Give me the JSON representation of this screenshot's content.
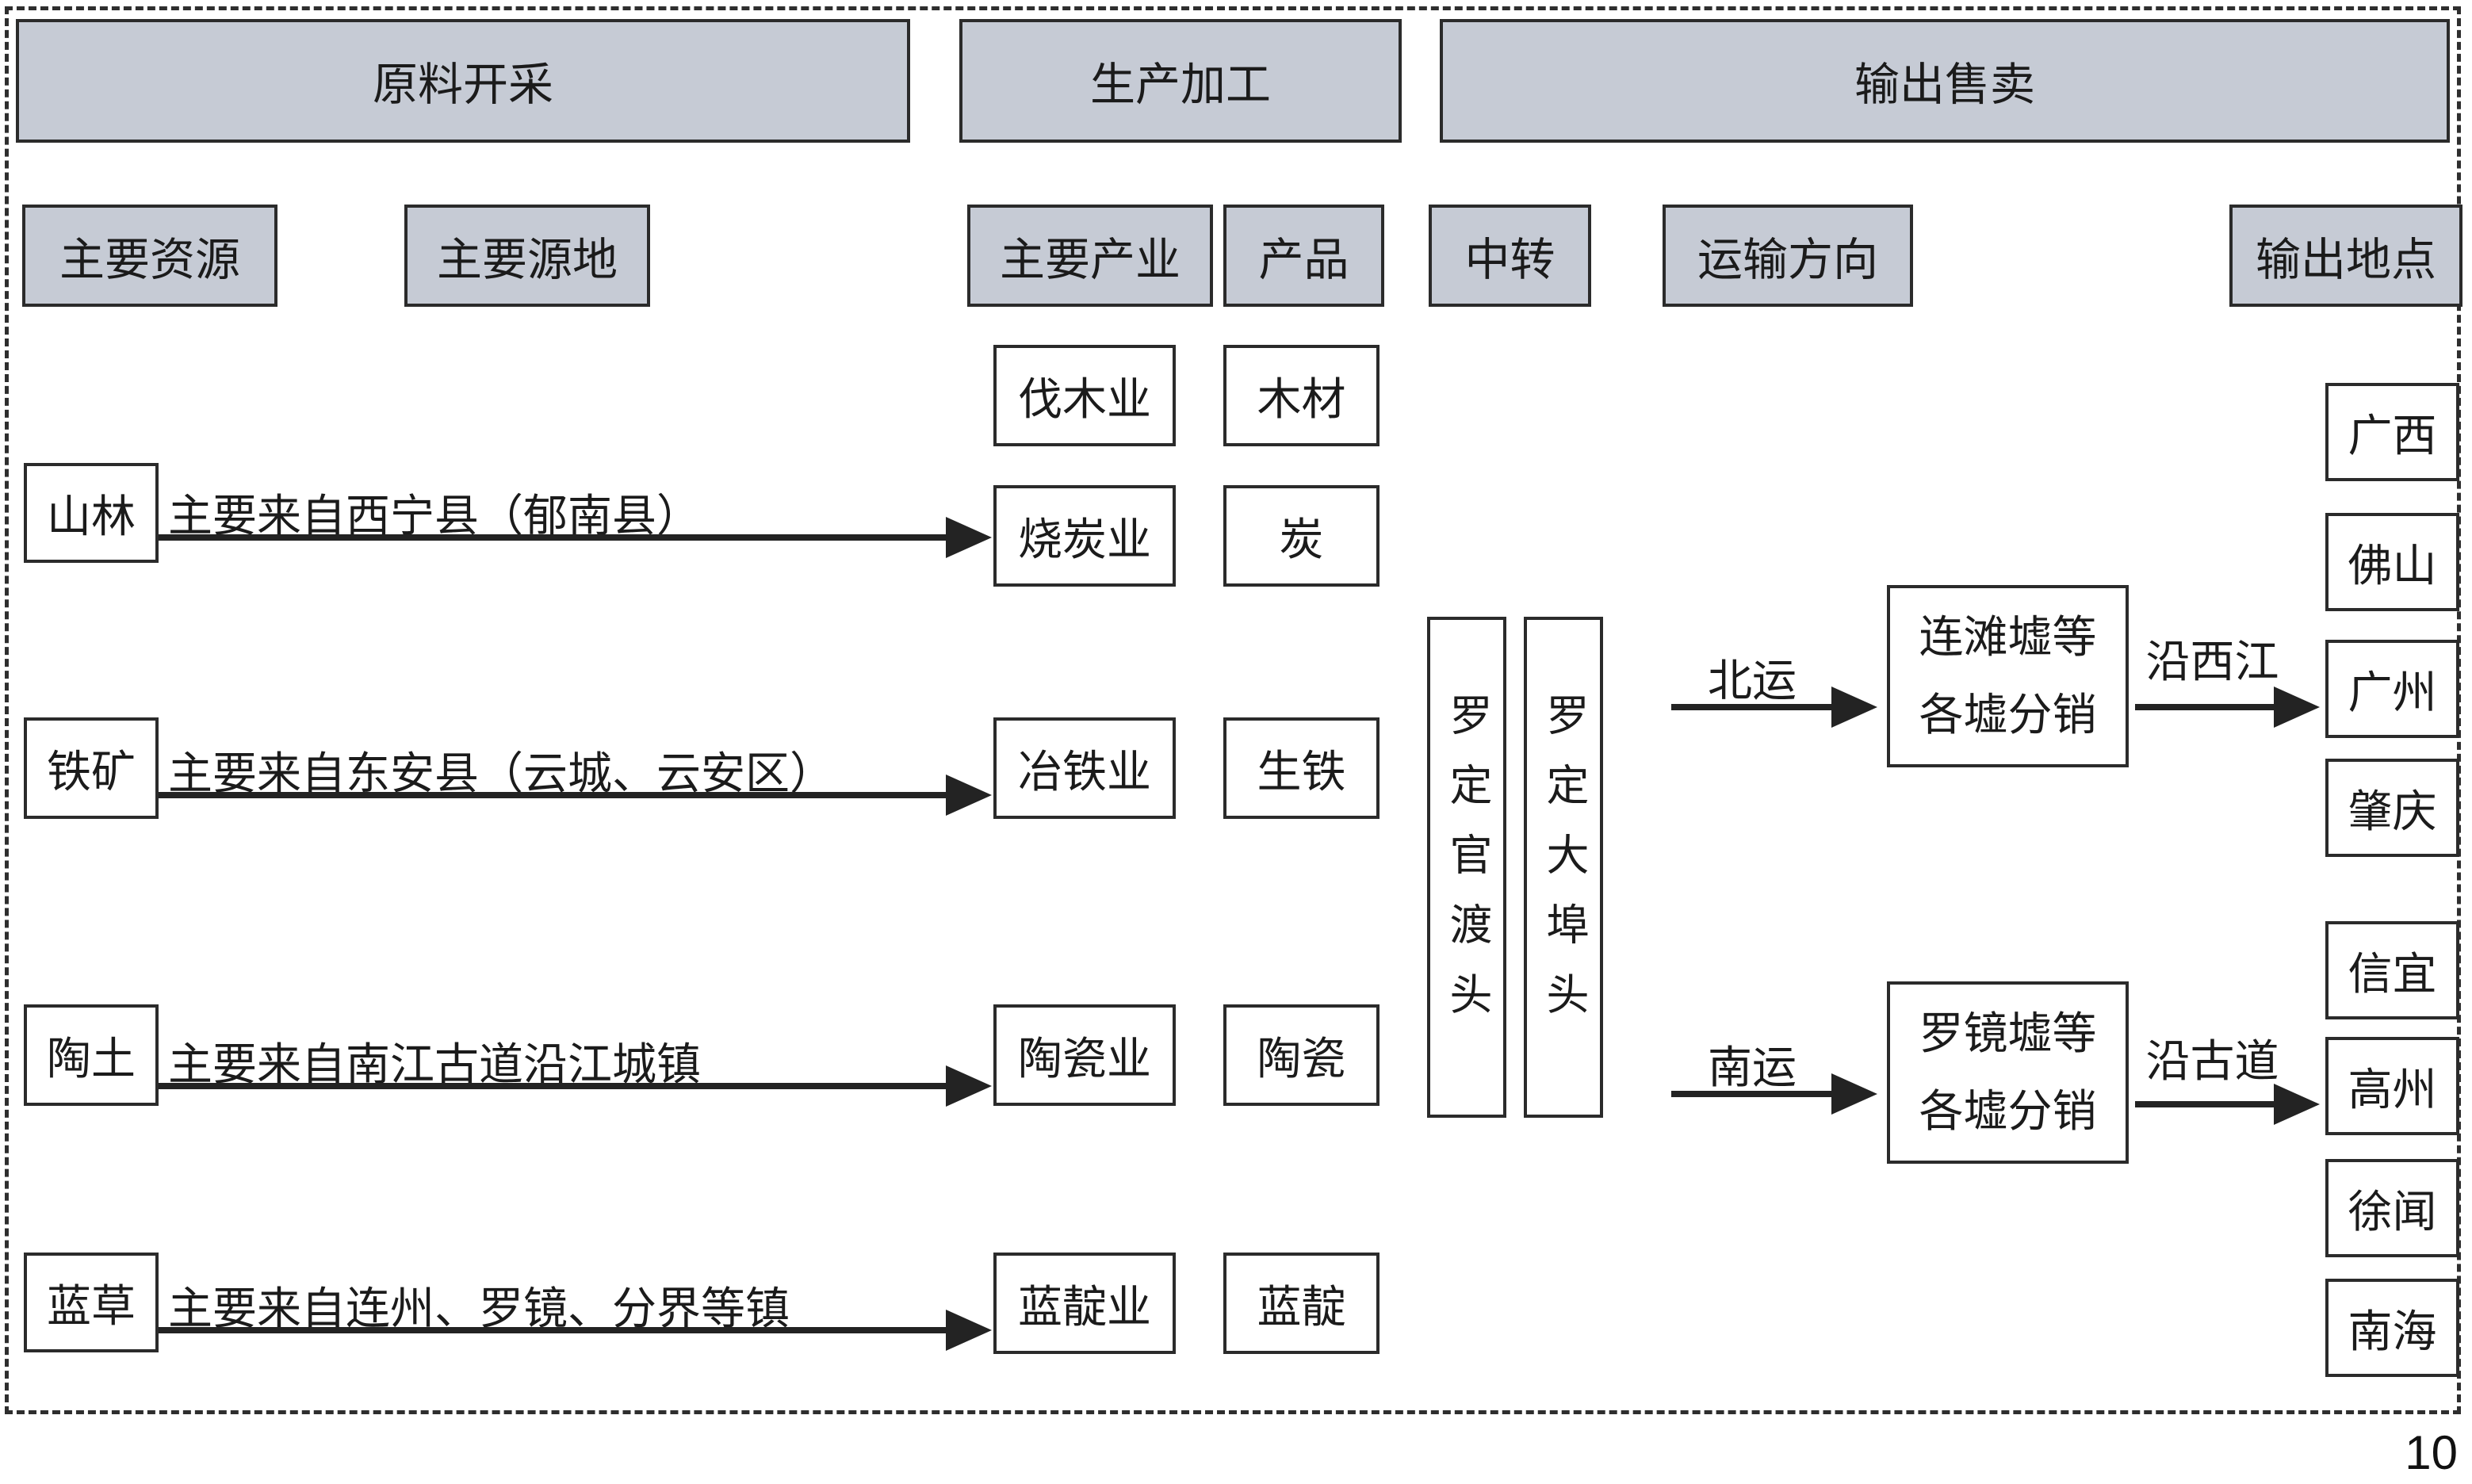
{
  "page_number": "10",
  "colors": {
    "header_fill": "#c6cbd5",
    "box_border": "#2b2b2b",
    "arrow": "#232323",
    "text": "#1b1b1b",
    "background": "#ffffff"
  },
  "stages": [
    {
      "label": "原料开采"
    },
    {
      "label": "生产加工"
    },
    {
      "label": "输出售卖"
    }
  ],
  "columns": [
    {
      "label": "主要资源"
    },
    {
      "label": "主要源地"
    },
    {
      "label": "主要产业"
    },
    {
      "label": "产品"
    },
    {
      "label": "中转"
    },
    {
      "label": "运输方向"
    },
    {
      "label": "输出地点"
    }
  ],
  "rows": [
    {
      "resource": "山林",
      "source": "主要来自西宁县（郁南县）"
    },
    {
      "resource": "铁矿",
      "source": "主要来自东安县（云城、云安区）"
    },
    {
      "resource": "陶土",
      "source": "主要来自南江古道沿江城镇"
    },
    {
      "resource": "蓝草",
      "source": "主要来自连州、罗镜、分界等镇"
    }
  ],
  "industry_pairs": [
    {
      "industry": "伐木业",
      "product": "木材"
    },
    {
      "industry": "烧炭业",
      "product": "炭"
    },
    {
      "industry": "冶铁业",
      "product": "生铁"
    },
    {
      "industry": "陶瓷业",
      "product": "陶瓷"
    },
    {
      "industry": "蓝靛业",
      "product": "蓝靛"
    }
  ],
  "transit": [
    {
      "label": "罗定官渡头"
    },
    {
      "label": "罗定大埠头"
    }
  ],
  "routes": [
    {
      "direction": "北运",
      "distribution_line1": "连滩墟等",
      "distribution_line2": "各墟分销",
      "via": "沿西江",
      "destinations": [
        {
          "label": "广西"
        },
        {
          "label": "佛山"
        },
        {
          "label": "广州"
        },
        {
          "label": "肇庆"
        }
      ]
    },
    {
      "direction": "南运",
      "distribution_line1": "罗镜墟等",
      "distribution_line2": "各墟分销",
      "via": "沿古道",
      "destinations": [
        {
          "label": "信宜"
        },
        {
          "label": "高州"
        },
        {
          "label": "徐闻"
        },
        {
          "label": "南海"
        }
      ]
    }
  ]
}
